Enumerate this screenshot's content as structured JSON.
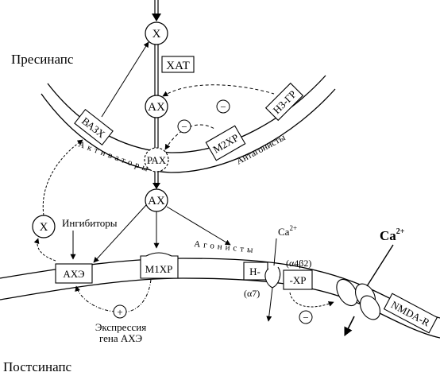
{
  "labels": {
    "presynapse": "Пресинапс",
    "postsynapse": "Постсинапс",
    "enzyme_chat": "ХАТ",
    "node_x_top": "Х",
    "node_ach_1": "АХ",
    "node_rach": "РАХ",
    "node_ach_2": "АХ",
    "node_x_left": "Х",
    "vazkh": "ВАЗХ",
    "m2hr": "М2ХР",
    "n3gr": "Н3-ГР",
    "activators": "Активаторы",
    "antagonists": "Антагонисты",
    "inhibitors": "Ингибиторы",
    "agonists": "Агонисты",
    "ache": "АХЭ",
    "m1hr": "М1ХР",
    "h_receptor": "Н-",
    "xp_receptor": "-ХР",
    "alpha7": "(α7)",
    "alpha4beta2": "(α4β2)",
    "ca_left": "Ca",
    "ca_left_sup": "2+",
    "ca_right": "Ca",
    "ca_right_sup": "2+",
    "nmda": "NMDA-R",
    "expression_1": "Экспрессия",
    "expression_2": "гена АХЭ",
    "plus": "+",
    "minus_1": "−",
    "minus_2": "−",
    "minus_3": "−"
  }
}
